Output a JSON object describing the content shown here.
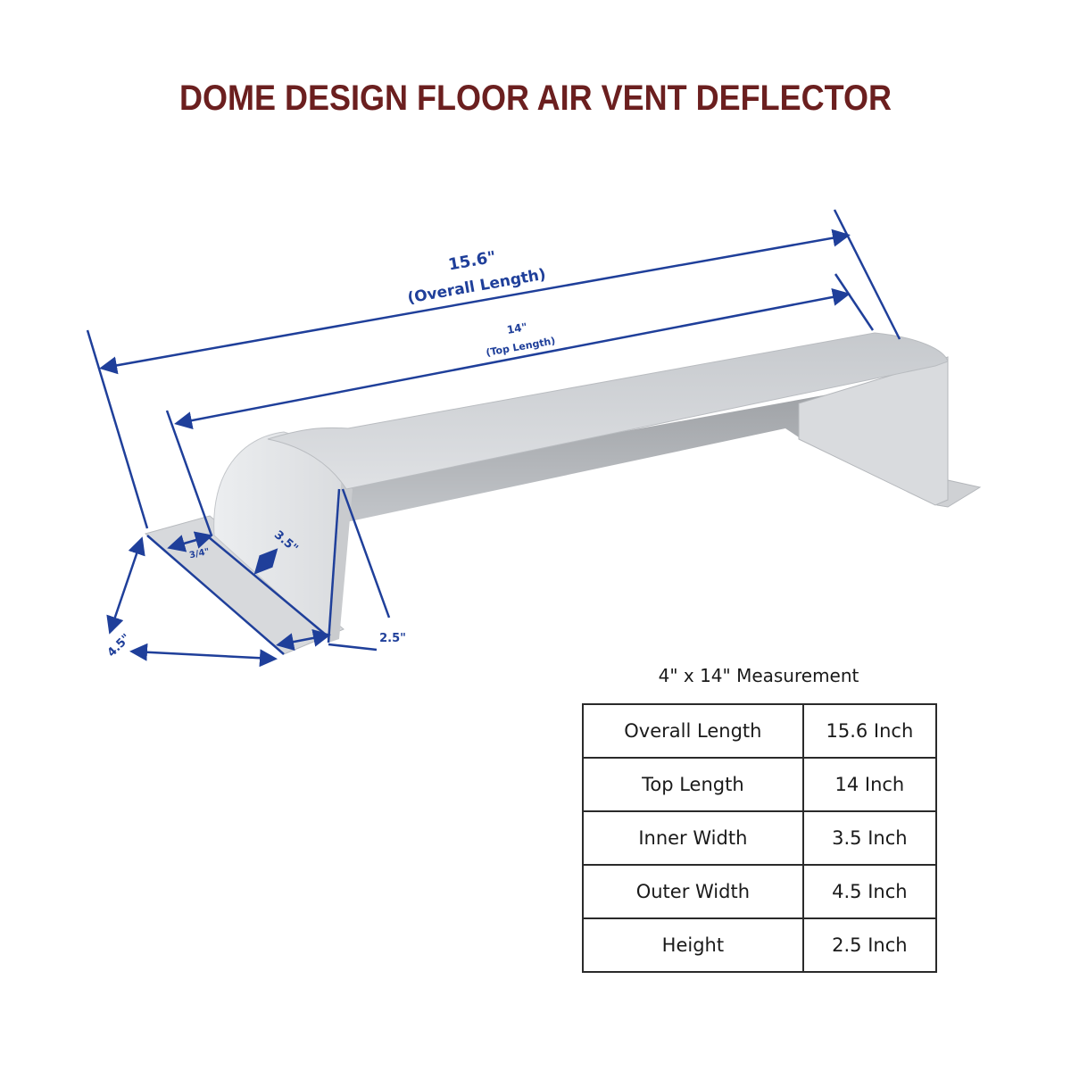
{
  "title": "DOME DESIGN FLOOR AIR VENT DEFLECTOR",
  "colors": {
    "title": "#6b1f1f",
    "dimension": "#1f3f9a",
    "product": "#d4d6d9"
  },
  "dimensions": {
    "overall_value": "15.6\"",
    "overall_label": "(Overall Length)",
    "top_value": "14\"",
    "top_label": "(Top Length)",
    "lip": "3/4\"",
    "inner_width": "3.5\"",
    "outer_width": "4.5\"",
    "height": "2.5\""
  },
  "table": {
    "caption": "4\" x 14\" Measurement",
    "rows": [
      {
        "label": "Overall Length",
        "value": "15.6 Inch"
      },
      {
        "label": "Top Length",
        "value": "14 Inch"
      },
      {
        "label": "Inner Width",
        "value": "3.5 Inch"
      },
      {
        "label": "Outer Width",
        "value": "4.5 Inch"
      },
      {
        "label": "Height",
        "value": "2.5 Inch"
      }
    ]
  }
}
